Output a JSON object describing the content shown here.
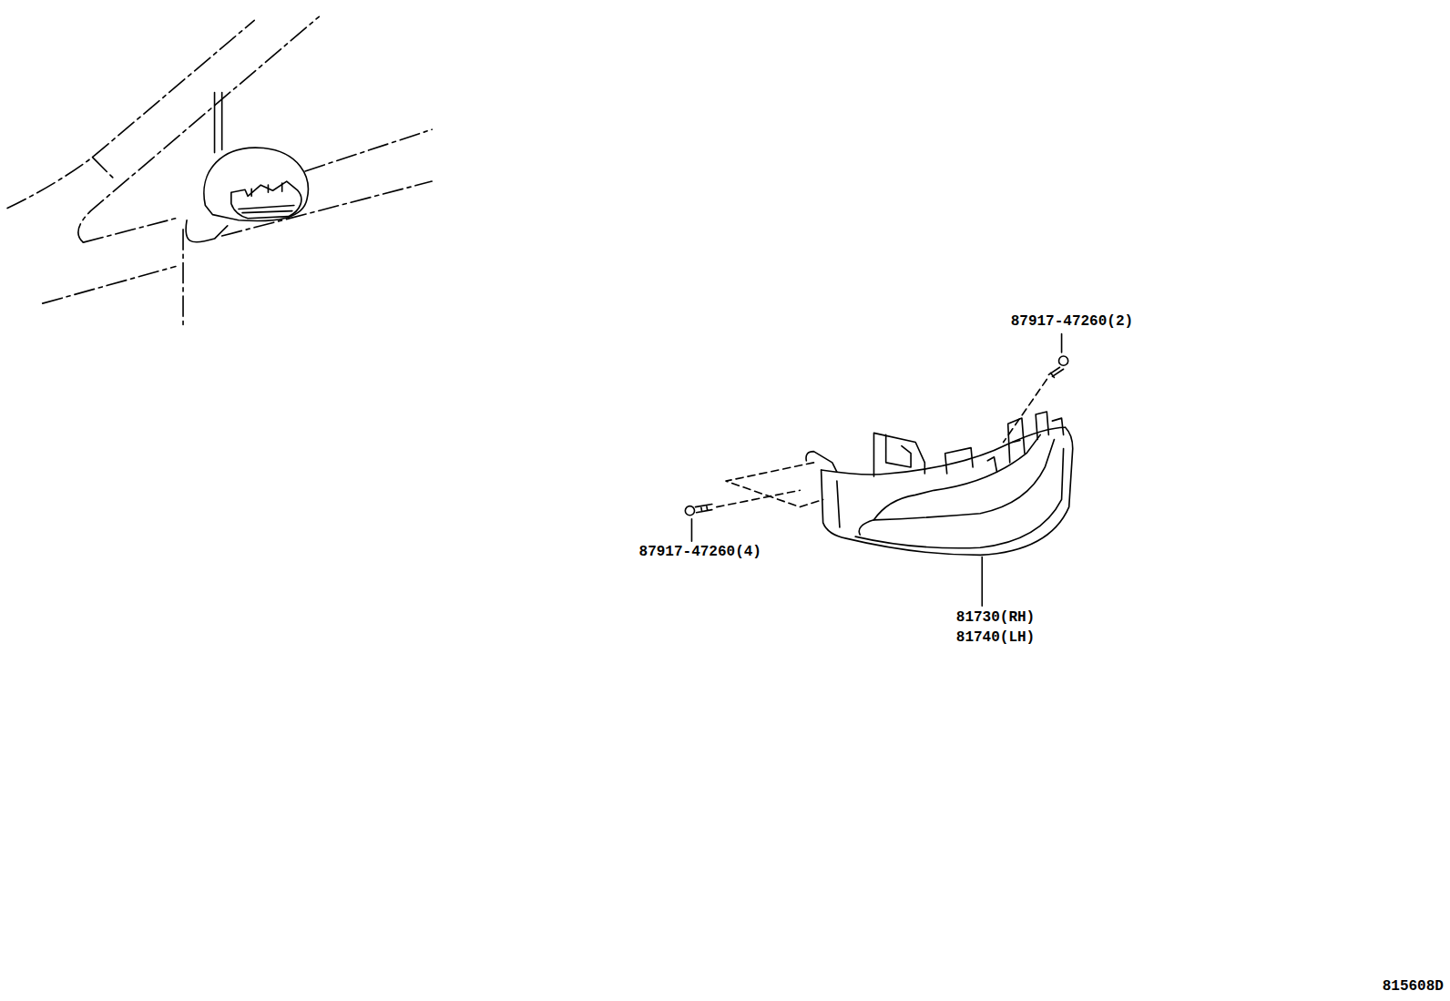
{
  "diagram": {
    "labels": [
      "87917-47260(2)",
      "87917-47260(4)",
      "81730(RH)",
      "81740(LH)",
      "815608D"
    ]
  }
}
